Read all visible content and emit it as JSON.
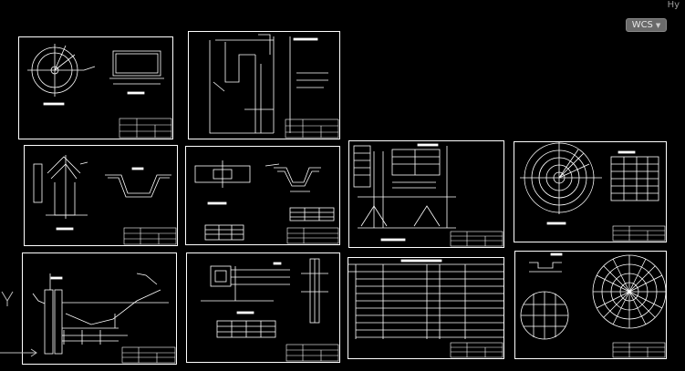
{
  "viewport": {
    "corner_label": "Hy"
  },
  "wcs": {
    "label": "WCS",
    "arrow_icon": "chevron-down-icon"
  },
  "colors": {
    "background": "#000000",
    "lines": "#ffffff",
    "wcs_button": "#6a6a6a"
  },
  "sheets": [
    {
      "id": "sheet-1",
      "kind": "circle-plan"
    },
    {
      "id": "sheet-2",
      "kind": "section"
    },
    {
      "id": "sheet-3",
      "kind": "channel-section"
    },
    {
      "id": "sheet-4",
      "kind": "channel-detail"
    },
    {
      "id": "sheet-5",
      "kind": "table-sections"
    },
    {
      "id": "sheet-6",
      "kind": "circle-table"
    },
    {
      "id": "sheet-7",
      "kind": "profile"
    },
    {
      "id": "sheet-8",
      "kind": "elevation"
    },
    {
      "id": "sheet-9",
      "kind": "spec-table"
    },
    {
      "id": "sheet-10",
      "kind": "grid-plan"
    }
  ]
}
